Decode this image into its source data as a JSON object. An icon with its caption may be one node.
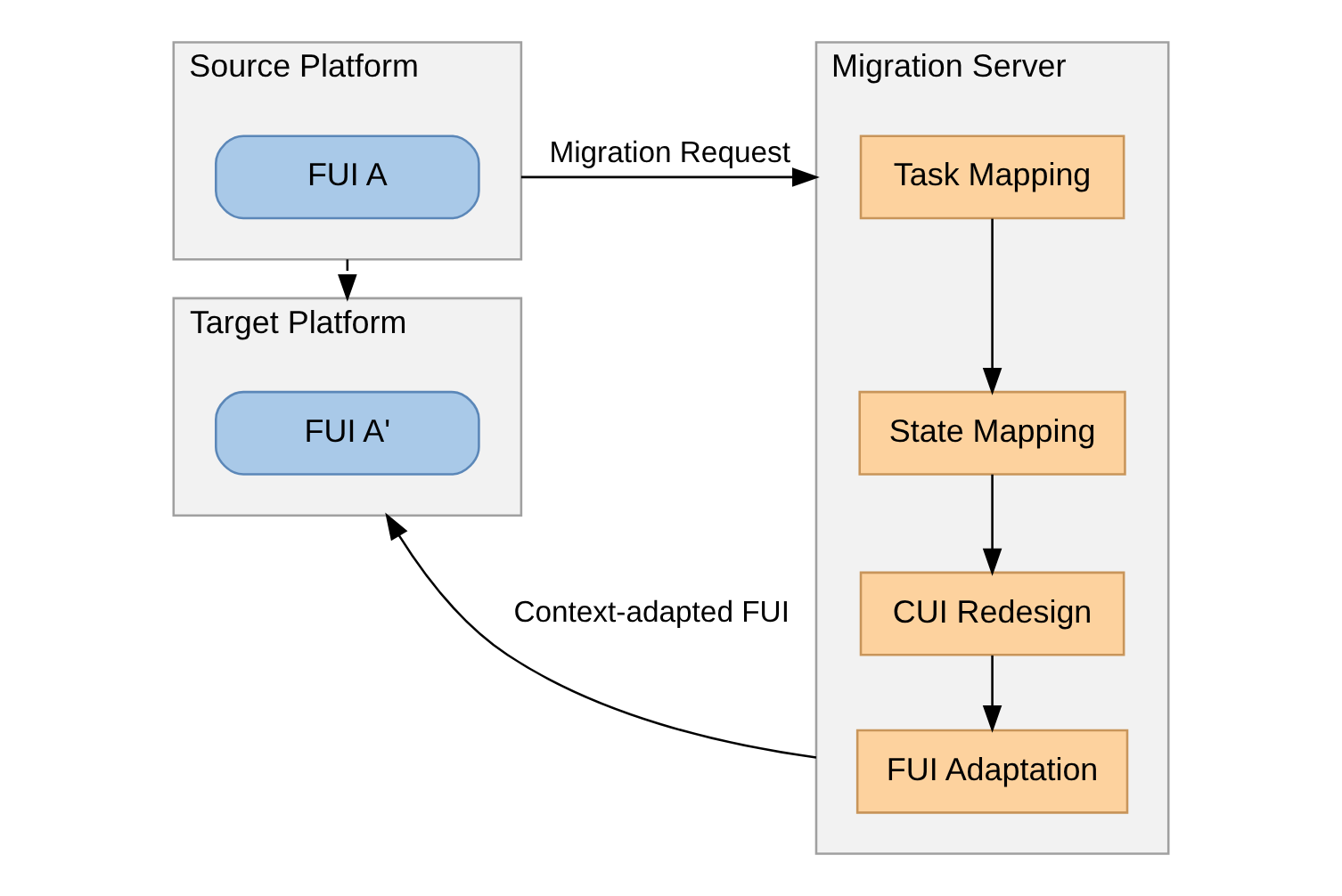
{
  "diagram": {
    "nodes": [
      {
        "text": [
          "Source Platform"
        ]
      },
      {
        "text": [
          "FUI A"
        ],
        "in": 0
      },
      {
        "text": [
          "Target Platform"
        ]
      },
      {
        "text": [
          "FUI A'"
        ],
        "in": 2
      },
      {
        "text": [
          "Migration Server"
        ]
      },
      {
        "text": [
          "Task Mapping"
        ],
        "in": 4
      },
      {
        "text": [
          "State Mapping"
        ],
        "in": 4
      },
      {
        "text": [
          "CUI Redesign"
        ],
        "in": 4
      },
      {
        "text": [
          "FUI Adaptation"
        ],
        "in": 4
      }
    ],
    "edges": [
      {
        "from": 0,
        "to": 4,
        "arrow": "to",
        "label": "Migration Request"
      },
      {
        "from": 0,
        "to": 2,
        "arrow": "to",
        "style": "dashed"
      },
      {
        "from": 5,
        "to": 6,
        "arrow": "to"
      },
      {
        "from": 6,
        "to": 7,
        "arrow": "to"
      },
      {
        "from": 7,
        "to": 8,
        "arrow": "to"
      },
      {
        "from": 4,
        "to": 2,
        "arrow": "to",
        "label": "Context-adapted FUI"
      }
    ]
  }
}
